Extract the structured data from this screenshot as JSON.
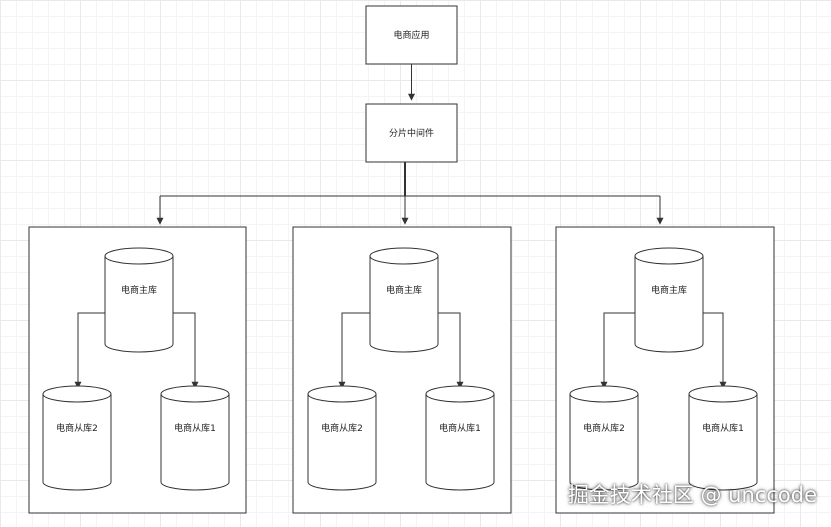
{
  "nodes": {
    "app": "电商应用",
    "middleware": "分片中间件"
  },
  "clusters": [
    {
      "master": "电商主库",
      "slave_left": "电商从库2",
      "slave_right": "电商从库1"
    },
    {
      "master": "电商主库",
      "slave_left": "电商从库2",
      "slave_right": "电商从库1"
    },
    {
      "master": "电商主库",
      "slave_left": "电商从库2",
      "slave_right": "电商从库1"
    }
  ],
  "watermark": "掘金技术社区 @ unccode",
  "colors": {
    "stroke": "#333333",
    "background": "#ffffff",
    "grid": "#e9e9e9"
  }
}
